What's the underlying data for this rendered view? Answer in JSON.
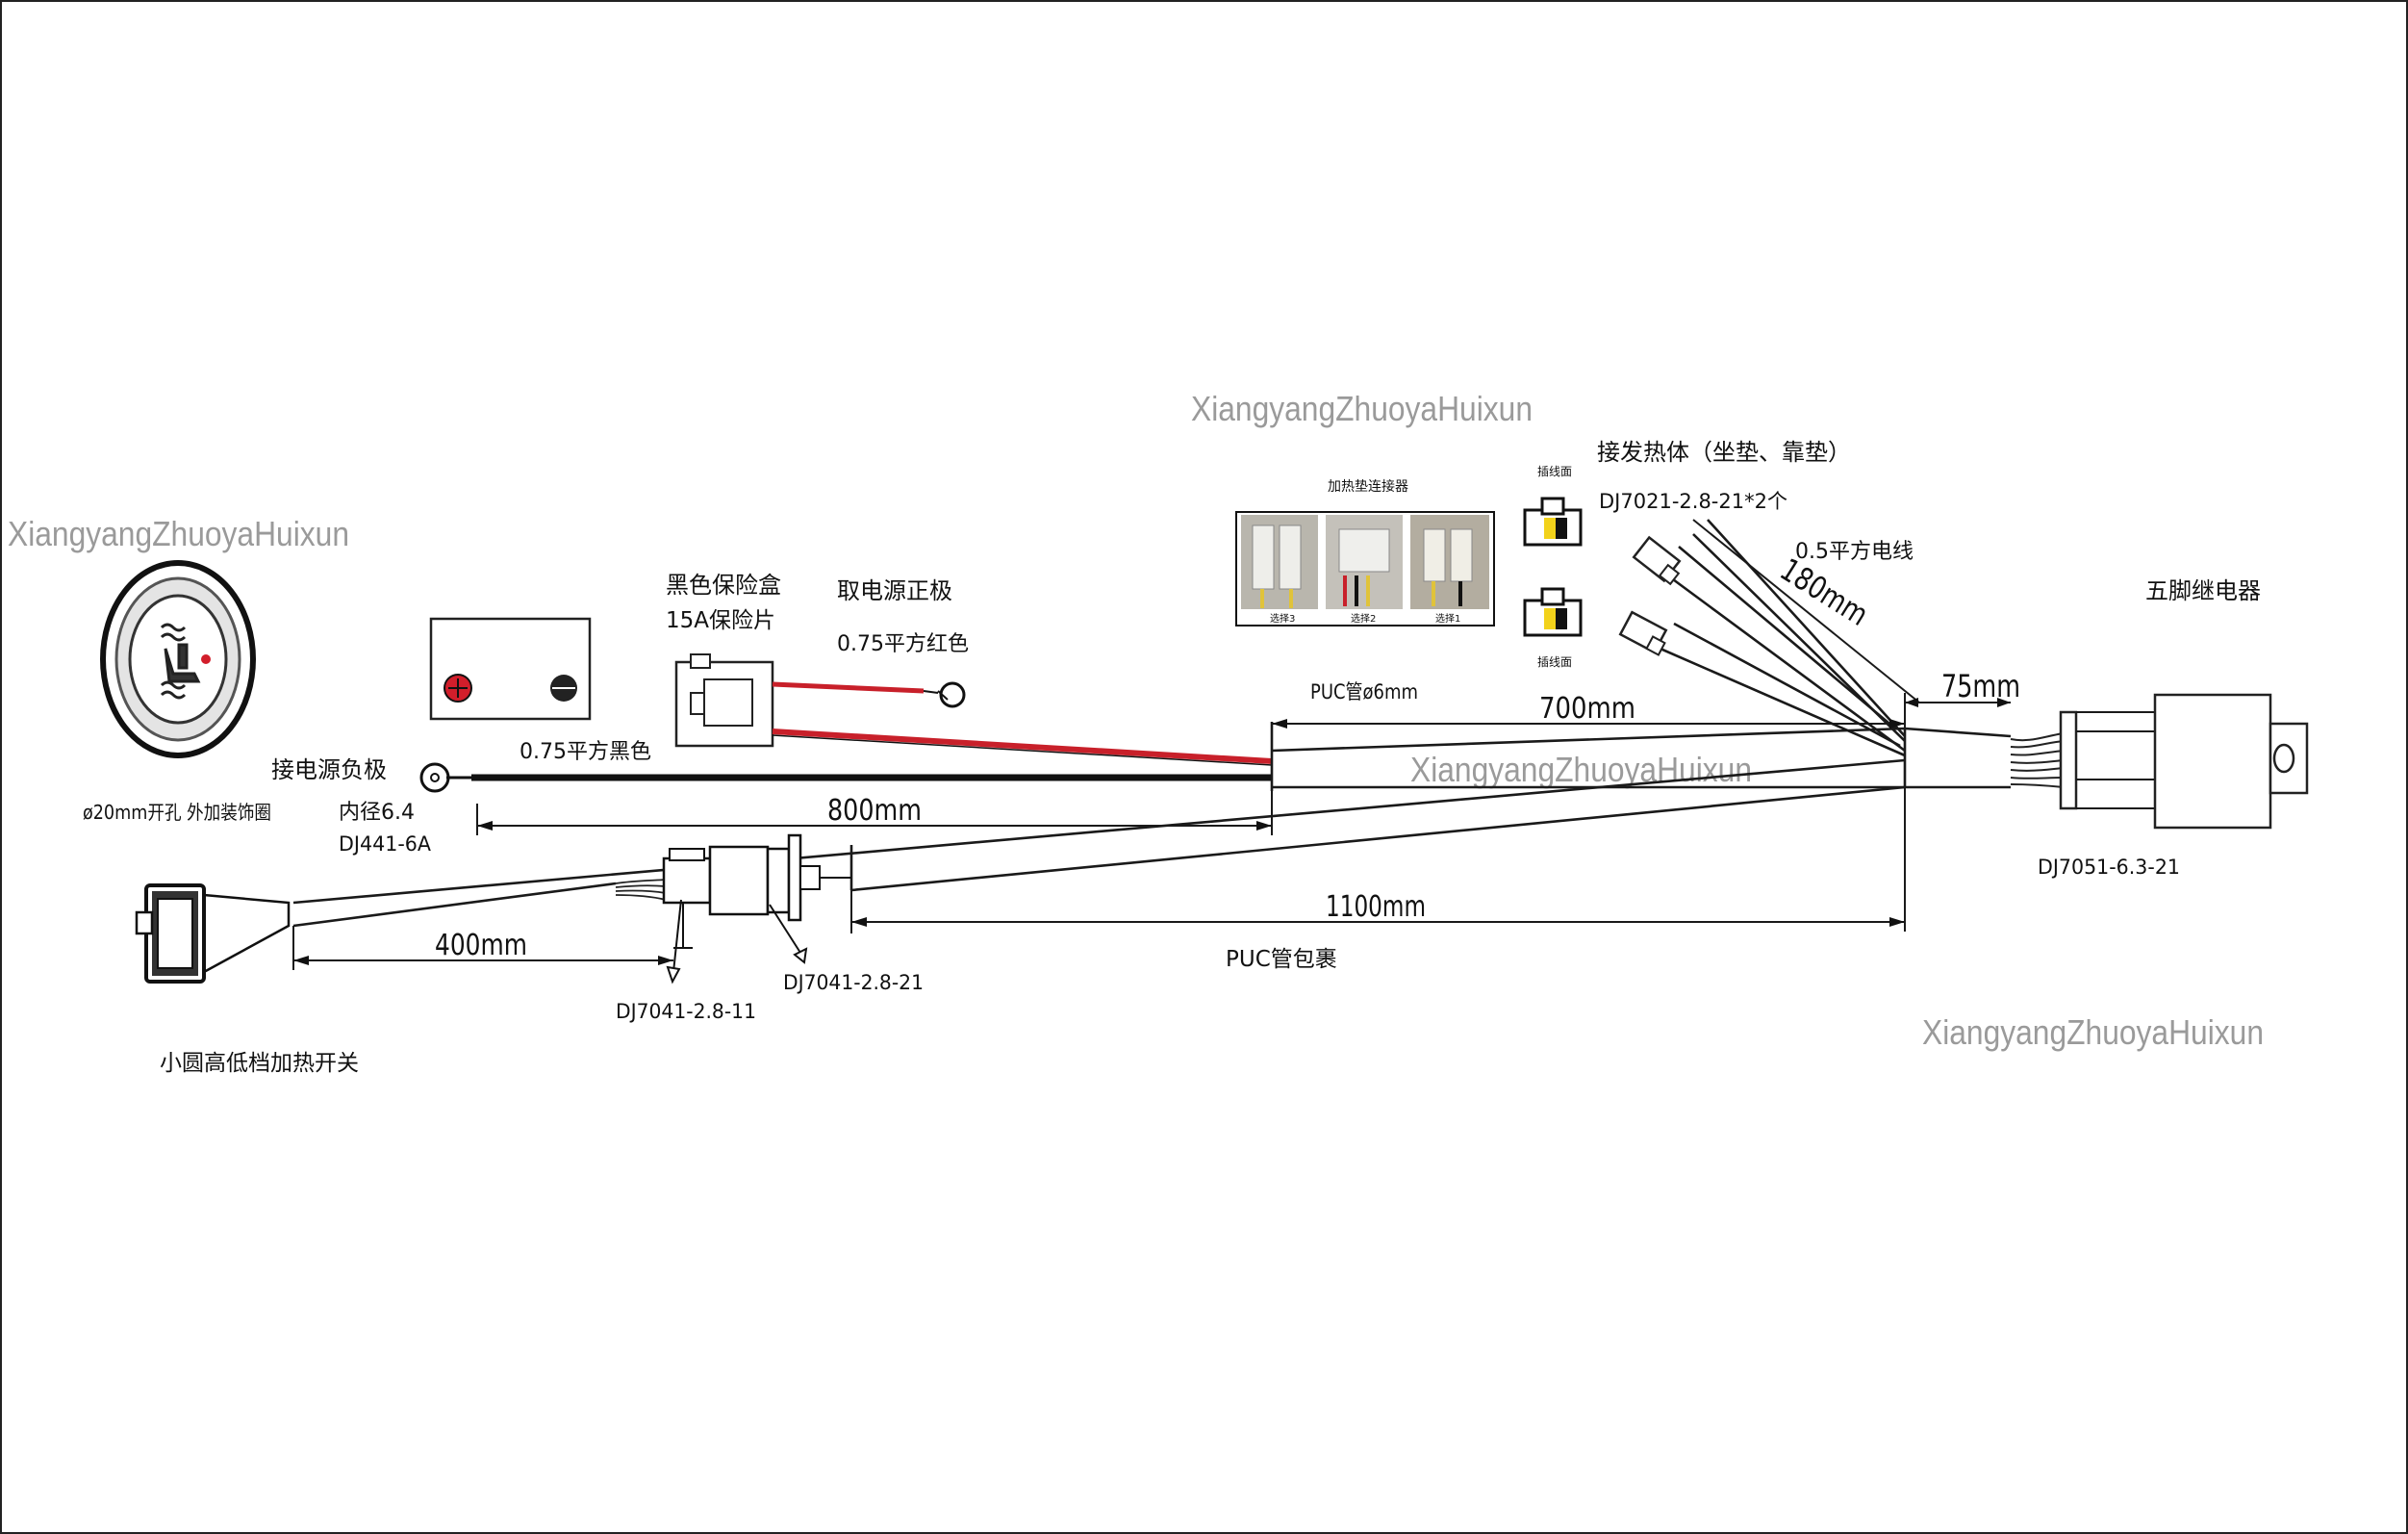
{
  "watermark": "XiangyangZhuoyaHuixun",
  "labels": {
    "switch_hole": "ø20mm开孔 外加装饰圈",
    "neg_terminal": "接电源负极",
    "inner_diameter": "内径6.4",
    "terminal_model": "DJ441-6A",
    "black_wire": "0.75平方黑色",
    "fuse_box": "黑色保险盒",
    "fuse_rating": "15A保险片",
    "pos_terminal": "取电源正极",
    "red_wire": "0.75平方红色",
    "pvc_6mm": "PUC管ø6mm",
    "pad_connector": "加热垫连接器",
    "option3": "选择3",
    "option2": "选择2",
    "option1": "选择1",
    "plug_face_top": "插线面",
    "plug_face_bottom": "插线面",
    "heater_connect": "接发热体（坐垫、靠垫）",
    "heater_connector_model": "DJ7021-2.8-21*2个",
    "wire_05": "0.5平方电线",
    "relay": "五脚继电器",
    "relay_model": "DJ7051-6.3-21",
    "pvc_wrap": "PUC管包裹",
    "conn_2811": "DJ7041-2.8-11",
    "conn_2821": "DJ7041-2.8-21",
    "switch_name": "小圆高低档加热开关"
  },
  "dimensions": {
    "d800": "800mm",
    "d700": "700mm",
    "d180": "180mm",
    "d75": "75mm",
    "d1100": "1100mm",
    "d400": "400mm"
  },
  "colors": {
    "red_wire": "#c8202a",
    "black_wire": "#111111",
    "fuse_red": "#d21e2b",
    "yellow": "#f2d21b"
  }
}
